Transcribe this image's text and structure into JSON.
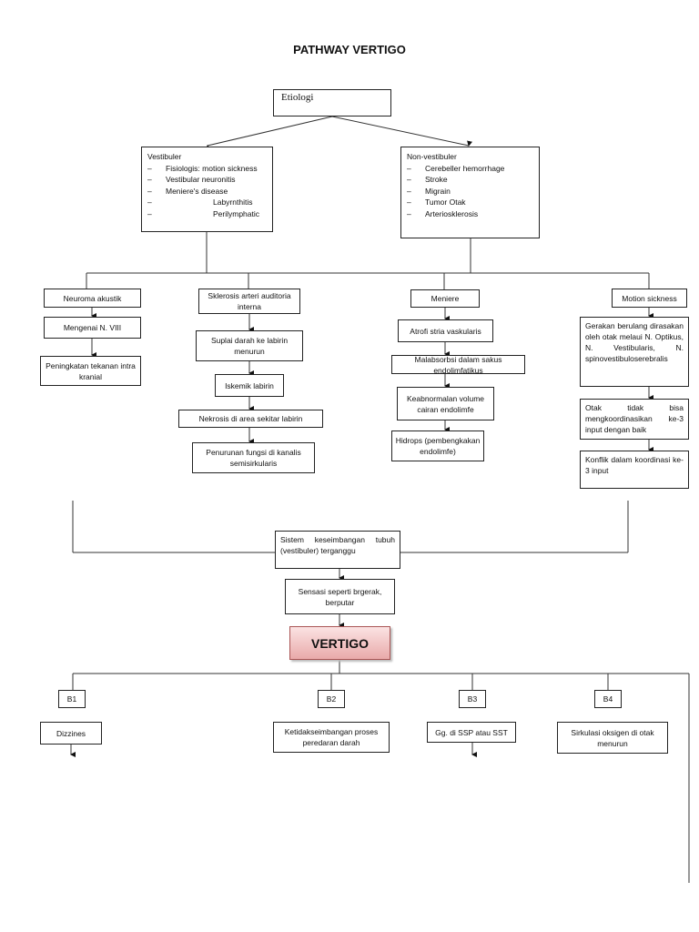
{
  "title": "PATHWAY VERTIGO",
  "etiologi": "Etiologi",
  "vestibuler": {
    "heading": "Vestibuler",
    "items": [
      "Fisiologis: motion sickness",
      "Vestibular neuronitis",
      "Meniere's disease",
      "Labyrnthitis",
      "Perilymphatic"
    ]
  },
  "non_vestibuler": {
    "heading": "Non-vestibuler",
    "items": [
      "Cerebeller hemorrhage",
      "Stroke",
      "Migrain",
      "Tumor Otak",
      "Arteriosklerosis"
    ]
  },
  "branches": {
    "neuroma": [
      "Neuroma akustik",
      "Mengenai N. VIII",
      "Peningkatan tekanan intra kranial"
    ],
    "sklerosis": [
      "Sklerosis arteri auditoria interna",
      "Suplai darah ke labirin menurun",
      "Iskemik labirin",
      "Nekrosis di area sekitar labirin",
      "Penurunan fungsi di kanalis semisirkularis"
    ],
    "meniere": [
      "Meniere",
      "Atrofi stria vaskularis",
      "Malabsorbsi dalam sakus endolimfatikus",
      "Keabnormalan volume cairan endolimfe",
      "Hidrops (pembengkakan endolimfe)"
    ],
    "motion": [
      "Motion sickness",
      "Gerakan berulang dirasakan oleh otak melaui N. Optikus, N. Vestibularis, N. spinovestibuloserebralis",
      "Otak tidak bisa mengkoordinasikan ke-3 input dengan baik",
      "Konflik dalam koordinasi ke-3 input"
    ]
  },
  "sistem": "Sistem keseimbangan tubuh (vestibuler) terganggu",
  "sensasi": "Sensasi seperti brgerak, berputar",
  "vertigo": "VERTIGO",
  "b_labels": [
    "B1",
    "B2",
    "B3",
    "B4"
  ],
  "b_effects": [
    "Dizzines",
    "Ketidakseimbangan proses peredaran darah",
    "Gg. di SSP atau SST",
    "Sirkulasi oksigen di otak menurun"
  ]
}
